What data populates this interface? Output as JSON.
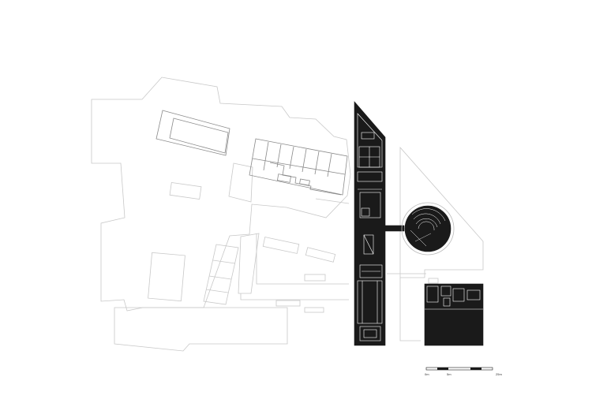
{
  "scale_bar": {
    "label_left": "0m",
    "label_mid": "5m",
    "label_right": "25m"
  }
}
